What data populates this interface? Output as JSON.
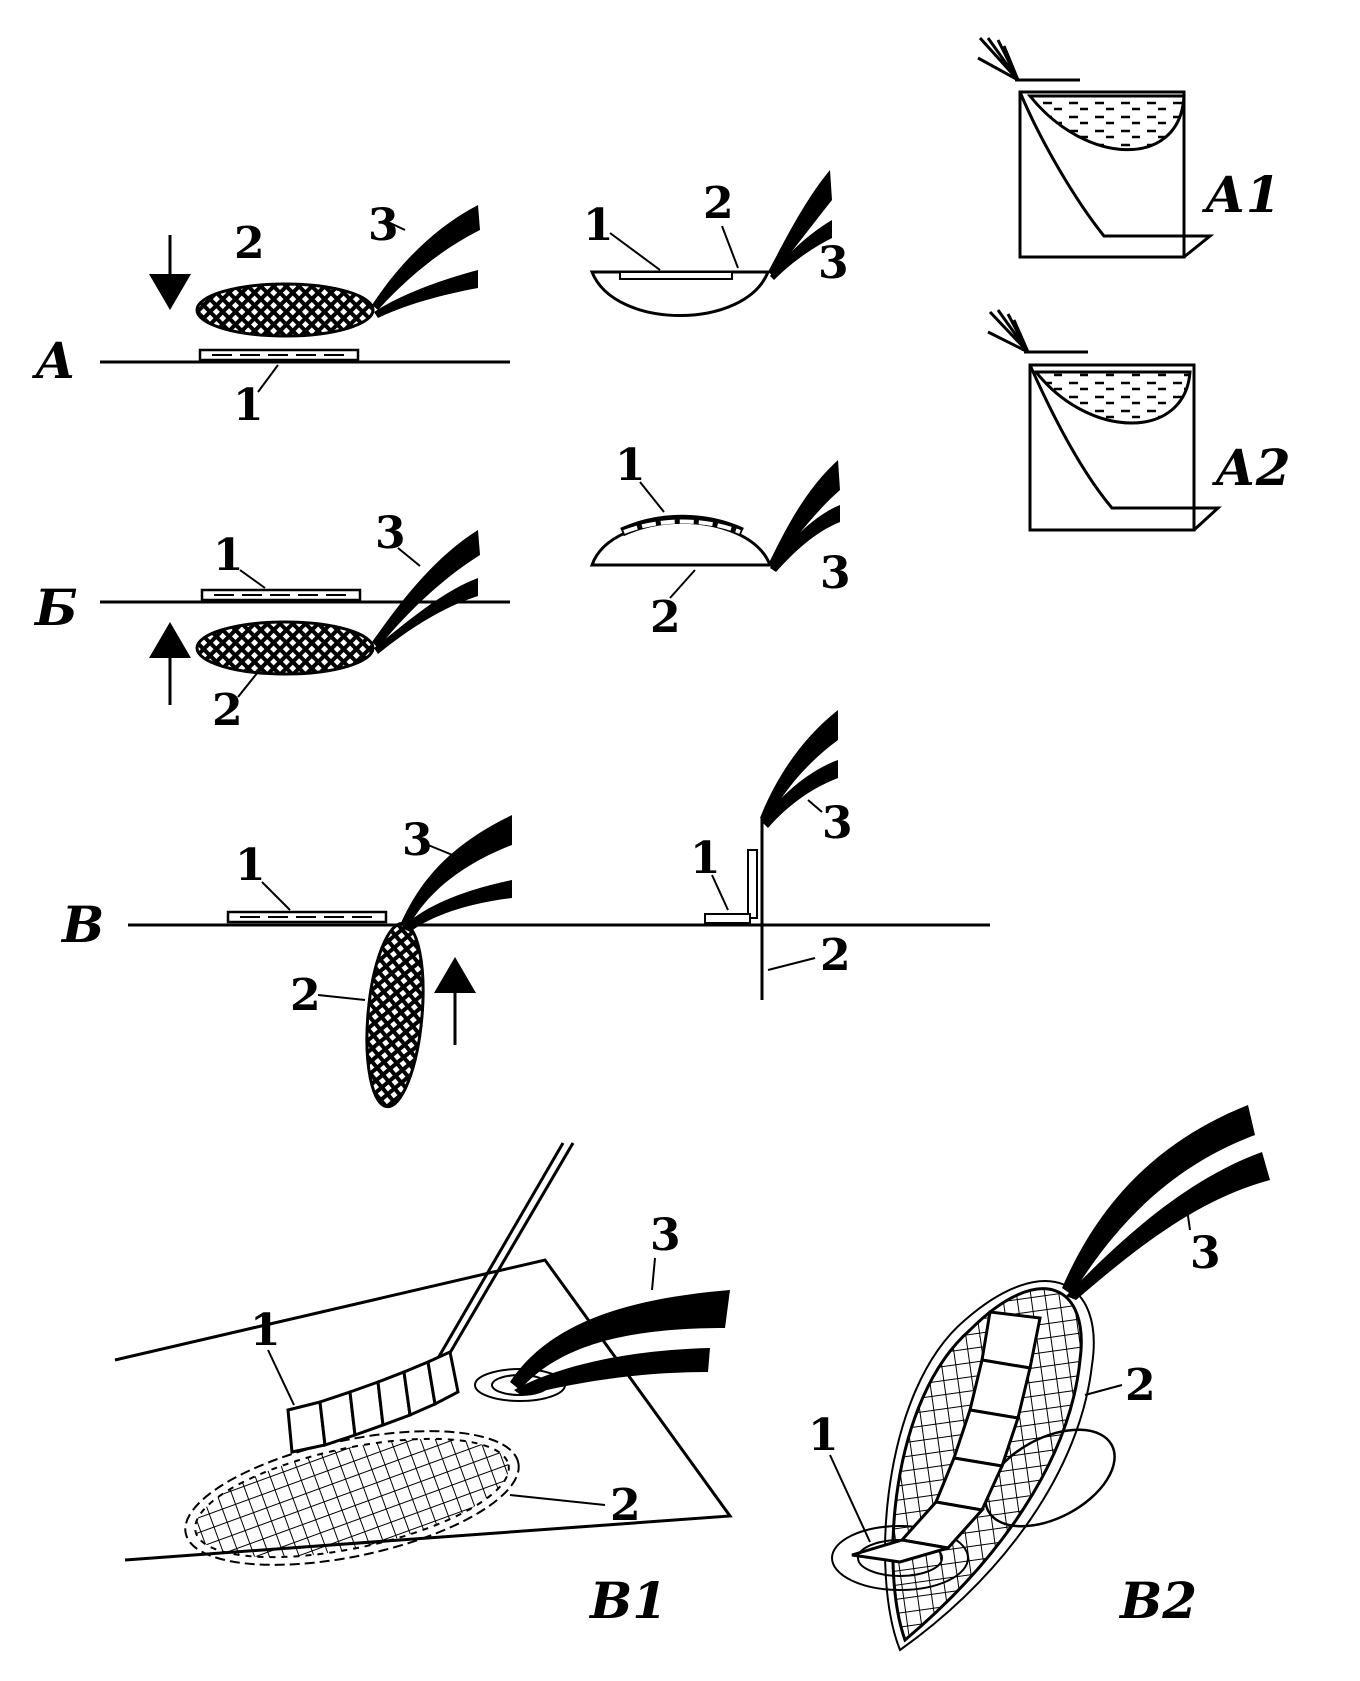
{
  "panels": {
    "A": {
      "letter": "А",
      "flat": {
        "glass": "1",
        "net": "2",
        "brush": "3"
      },
      "curved": {
        "glass": "1",
        "net": "2",
        "brush": "3"
      }
    },
    "B": {
      "letter": "Б",
      "flat": {
        "glass": "1",
        "net": "2",
        "brush": "3"
      },
      "curved": {
        "glass": "1",
        "net": "2",
        "brush": "3"
      }
    },
    "V": {
      "letter": "В",
      "flat": {
        "glass": "1",
        "net": "2",
        "brush": "3"
      },
      "edge": {
        "glass": "1",
        "net": "2",
        "brush": "3"
      }
    },
    "A1": {
      "label": "А1"
    },
    "A2": {
      "label": "А2"
    },
    "V1": {
      "label": "В1",
      "glass": "1",
      "net": "2",
      "brush": "3"
    },
    "V2": {
      "label": "В2",
      "glass": "1",
      "net": "2",
      "brush": "3"
    }
  }
}
